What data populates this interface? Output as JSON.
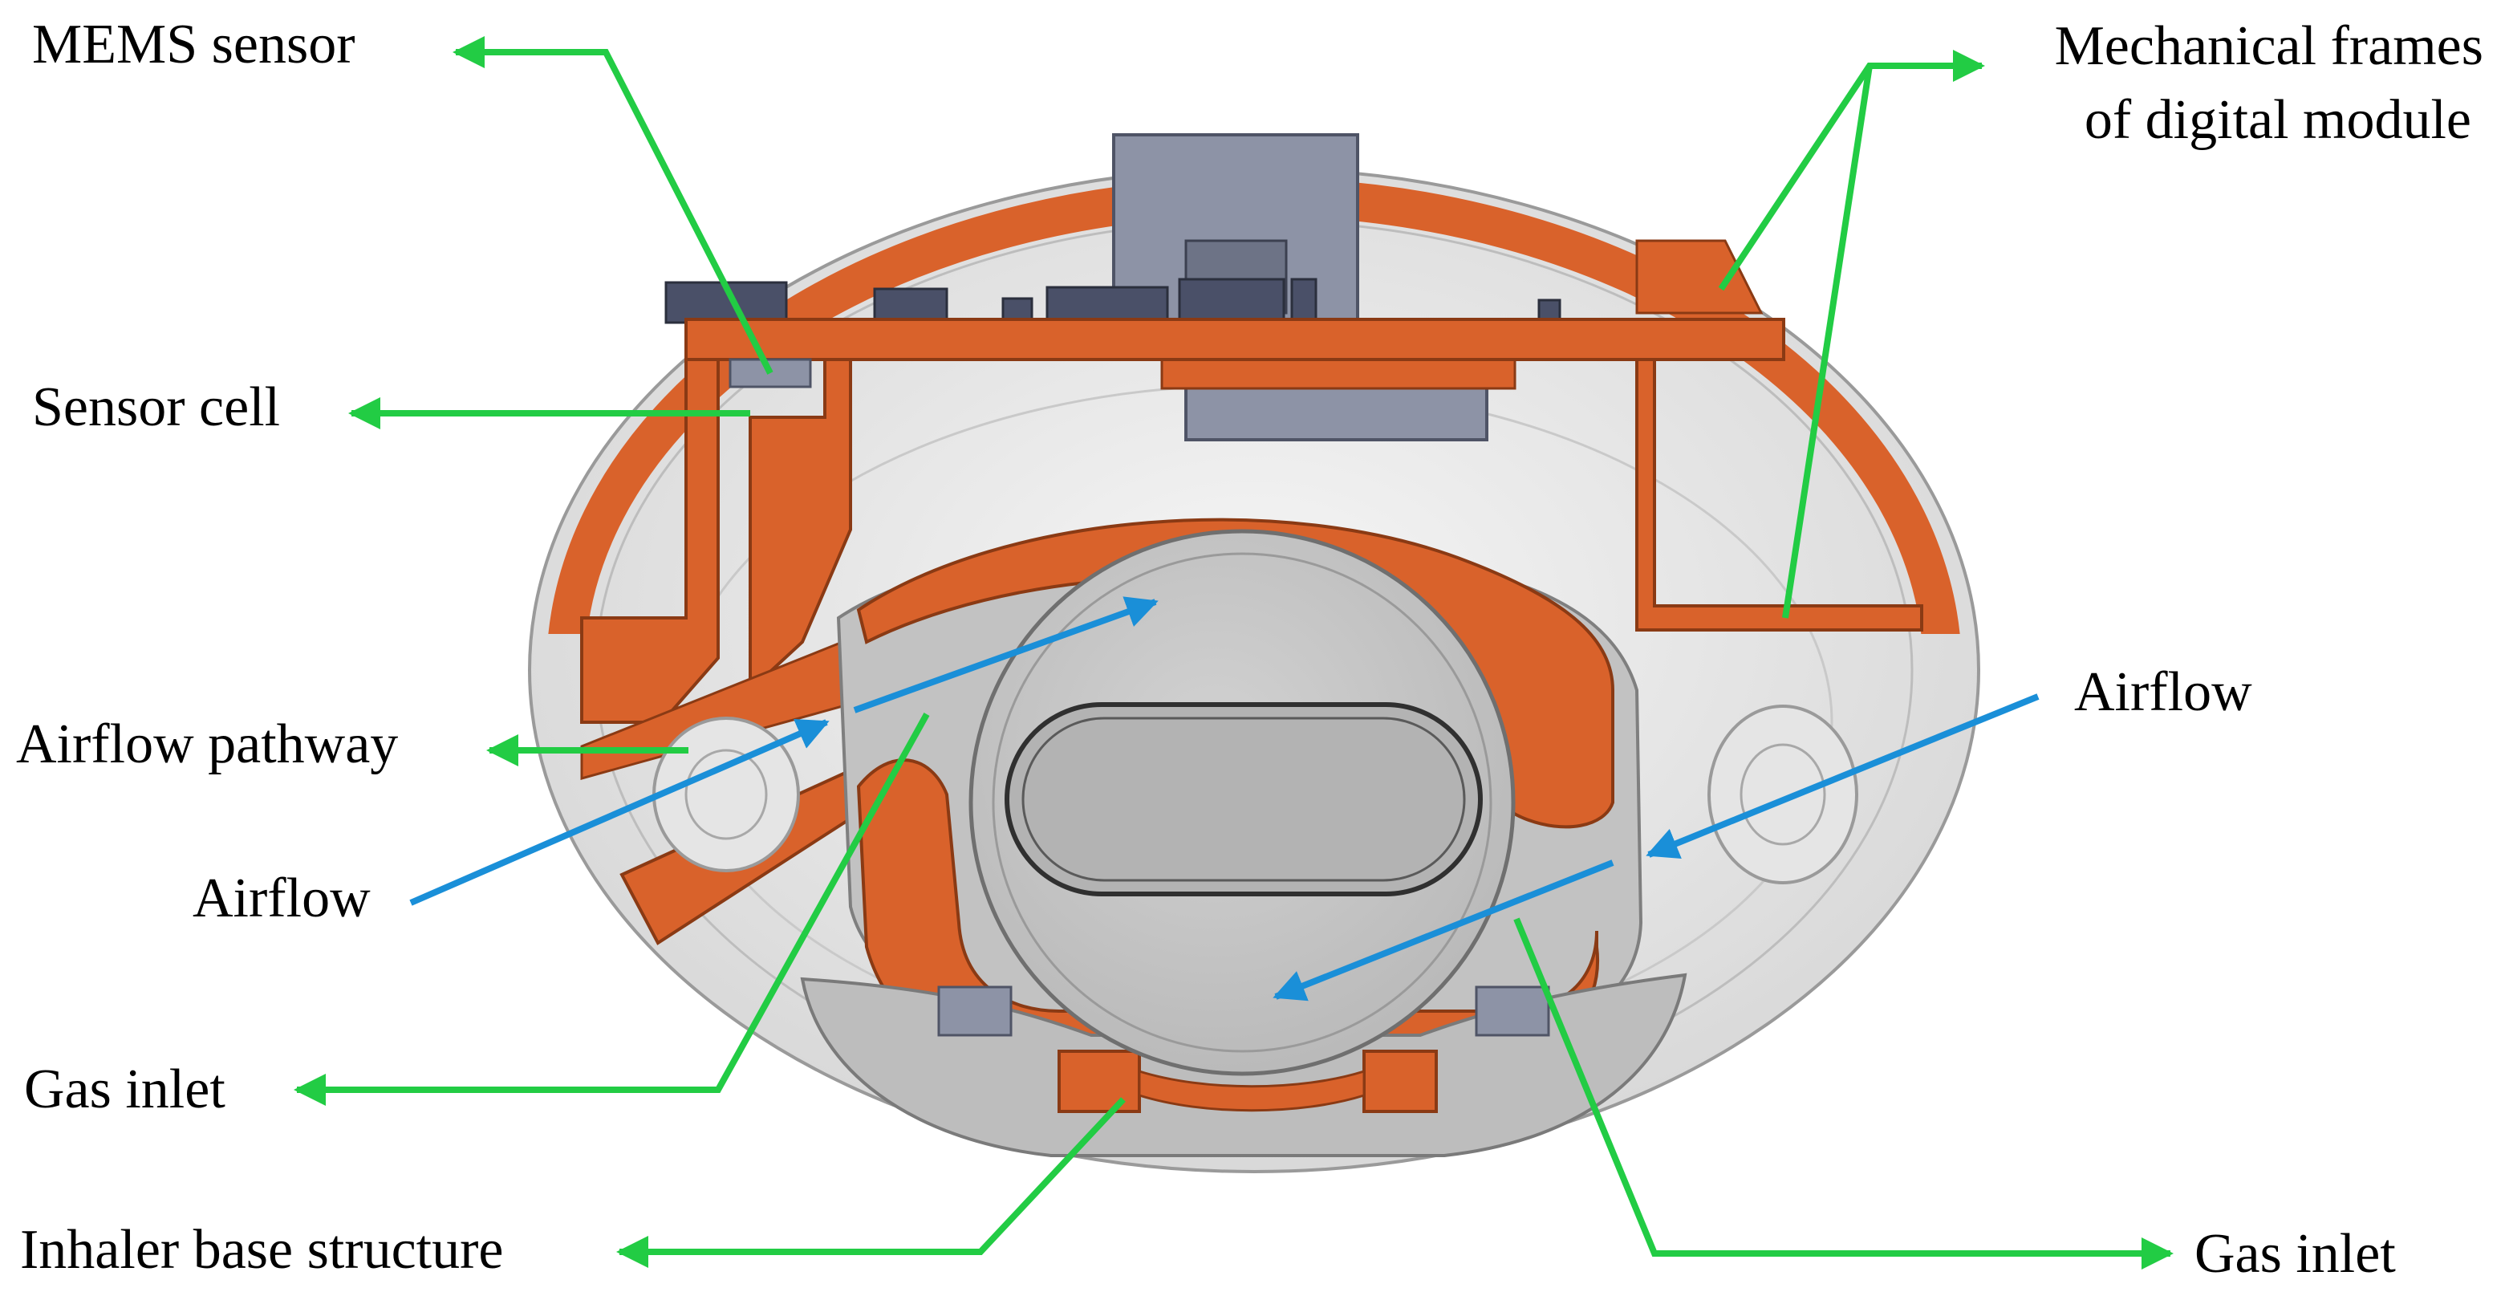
{
  "colors": {
    "frame": "#d9622b",
    "frame_edge": "#8a3a14",
    "green_arrow": "#22cc44",
    "blue_arrow": "#1a8fd8",
    "housing": "#e6e6e6",
    "chip": "#8d93a6"
  },
  "labels": {
    "mems_sensor": "MEMS sensor",
    "mechanical_frames_line1": "Mechanical frames",
    "mechanical_frames_line2": "of digital module",
    "sensor_cell": "Sensor cell",
    "airflow_pathway": "Airflow pathway",
    "airflow_left": "Airflow",
    "airflow_right": "Airflow",
    "gas_inlet_left": "Gas inlet",
    "gas_inlet_right": "Gas inlet",
    "inhaler_base": "Inhaler base structure"
  }
}
